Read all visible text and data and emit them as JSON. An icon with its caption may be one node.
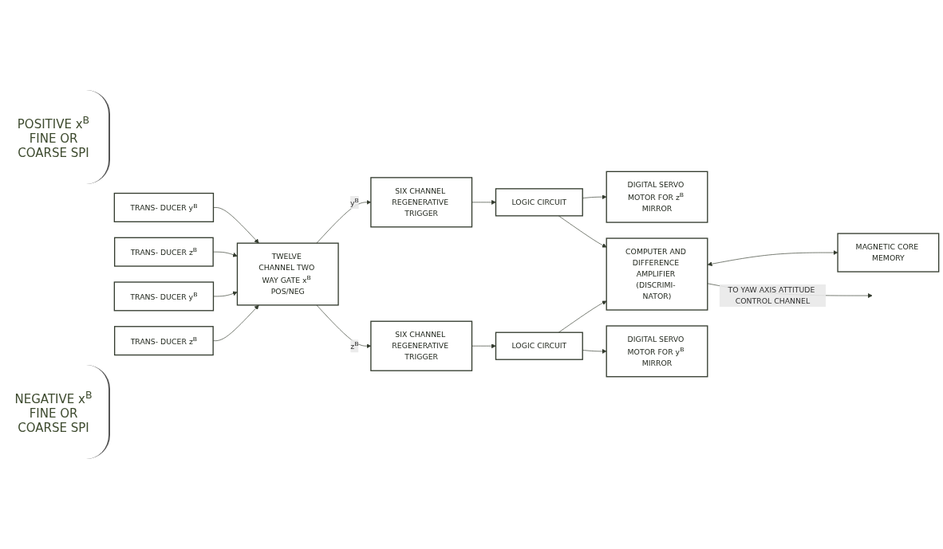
{
  "diagram": {
    "nodes": [
      {
        "text": [
          "TRANS- DUCER y$^{B}$"
        ]
      },
      {
        "text": [
          "TRANS- DUCER z$^{B}$"
        ]
      },
      {
        "text": [
          "TRANS- DUCER y$^{B}$"
        ]
      },
      {
        "text": [
          "TRANS- DUCER z$^{B}$"
        ]
      },
      {
        "text": [
          "TWELVE CHANNEL TWO WAY GATE x$^{B}$ POS/NEG"
        ]
      },
      {
        "text": [
          "SIX CHANNEL REGENERATIVE TRIGGER"
        ]
      },
      {
        "text": [
          "SIX CHANNEL REGENERATIVE TRIGGER"
        ]
      },
      {
        "text": [
          "DIGITAL SERVO MOTOR FOR z$^{B}$ MIRROR"
        ]
      },
      {
        "text": [
          "LOGIC CIRCUIT"
        ]
      },
      {
        "text": [
          "MAGNETIC CORE MEMORY"
        ]
      },
      {
        "text": [
          "LOGIC CIRCUIT"
        ]
      },
      {
        "text": [
          "COMPUTER AND DIFFERENCE AMPLIFIER (DISCRIMI- NATOR)"
        ]
      },
      {
        "text": [
          "DIGITAL SERVO MOTOR FOR y$^{B}$ MIRROR"
        ]
      }
    ],
    "edges": [
      {
        "from": 0,
        "to": 4,
        "arrow": "to"
      },
      {
        "from": 1,
        "to": 4,
        "arrow": "to"
      },
      {
        "from": 2,
        "to": 4,
        "arrow": "to"
      },
      {
        "from": 3,
        "to": 4,
        "arrow": "to"
      },
      {
        "from": 4,
        "to": 5,
        "arrow": "to",
        "label": "y$^{B}$"
      },
      {
        "from": 4,
        "to": 6,
        "arrow": "to",
        "label": "z$^{B}$"
      },
      {
        "from": 5,
        "to": 8,
        "arrow": "to"
      },
      {
        "from": 6,
        "to": 10,
        "arrow": "to"
      },
      {
        "from": 8,
        "to": 7,
        "arrow": "to"
      },
      {
        "from": 10,
        "to": 12,
        "arrow": "to"
      },
      {
        "from": 8,
        "to": 11,
        "arrow": "to"
      },
      {
        "from": 10,
        "to": 11,
        "arrow": "to"
      },
      {
        "from": 9,
        "to": 11,
        "arrow": "both"
      },
      {
        "from": 11,
        "to": null,
        "arrow": "to",
        "label": "TO YAW AXIS ATTITUDE CONTROL CHANNEL"
      }
    ],
    "labels": [
      "POSITIVE x$^{B}$ FINE OR COARSE SPI",
      "NEGATIVE x$^{B}$ FINE OR COARSE SPI"
    ]
  }
}
